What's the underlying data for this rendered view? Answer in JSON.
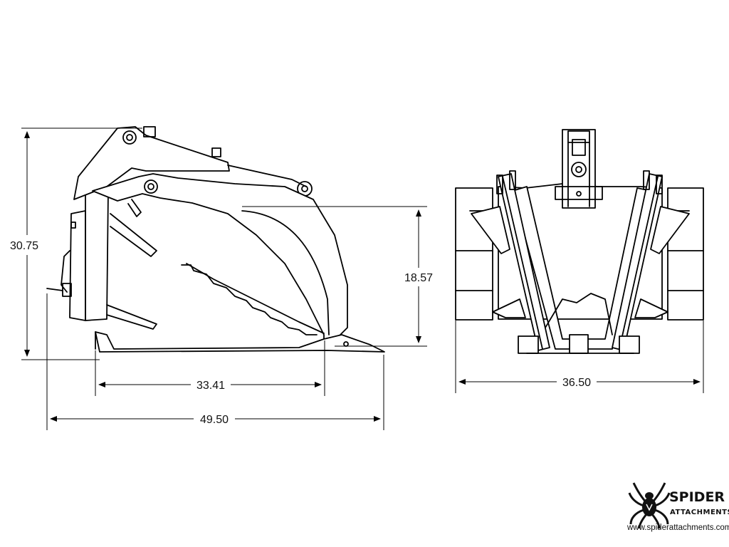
{
  "dimensions": {
    "height_overall": "30.75",
    "height_inner": "18.57",
    "depth_floor": "33.41",
    "depth_overall": "49.50",
    "width_overall": "36.50"
  },
  "brand": {
    "name": "SPIDER",
    "tagline": "ATTACHMENTS",
    "url": "www.spiderattachments.com"
  }
}
